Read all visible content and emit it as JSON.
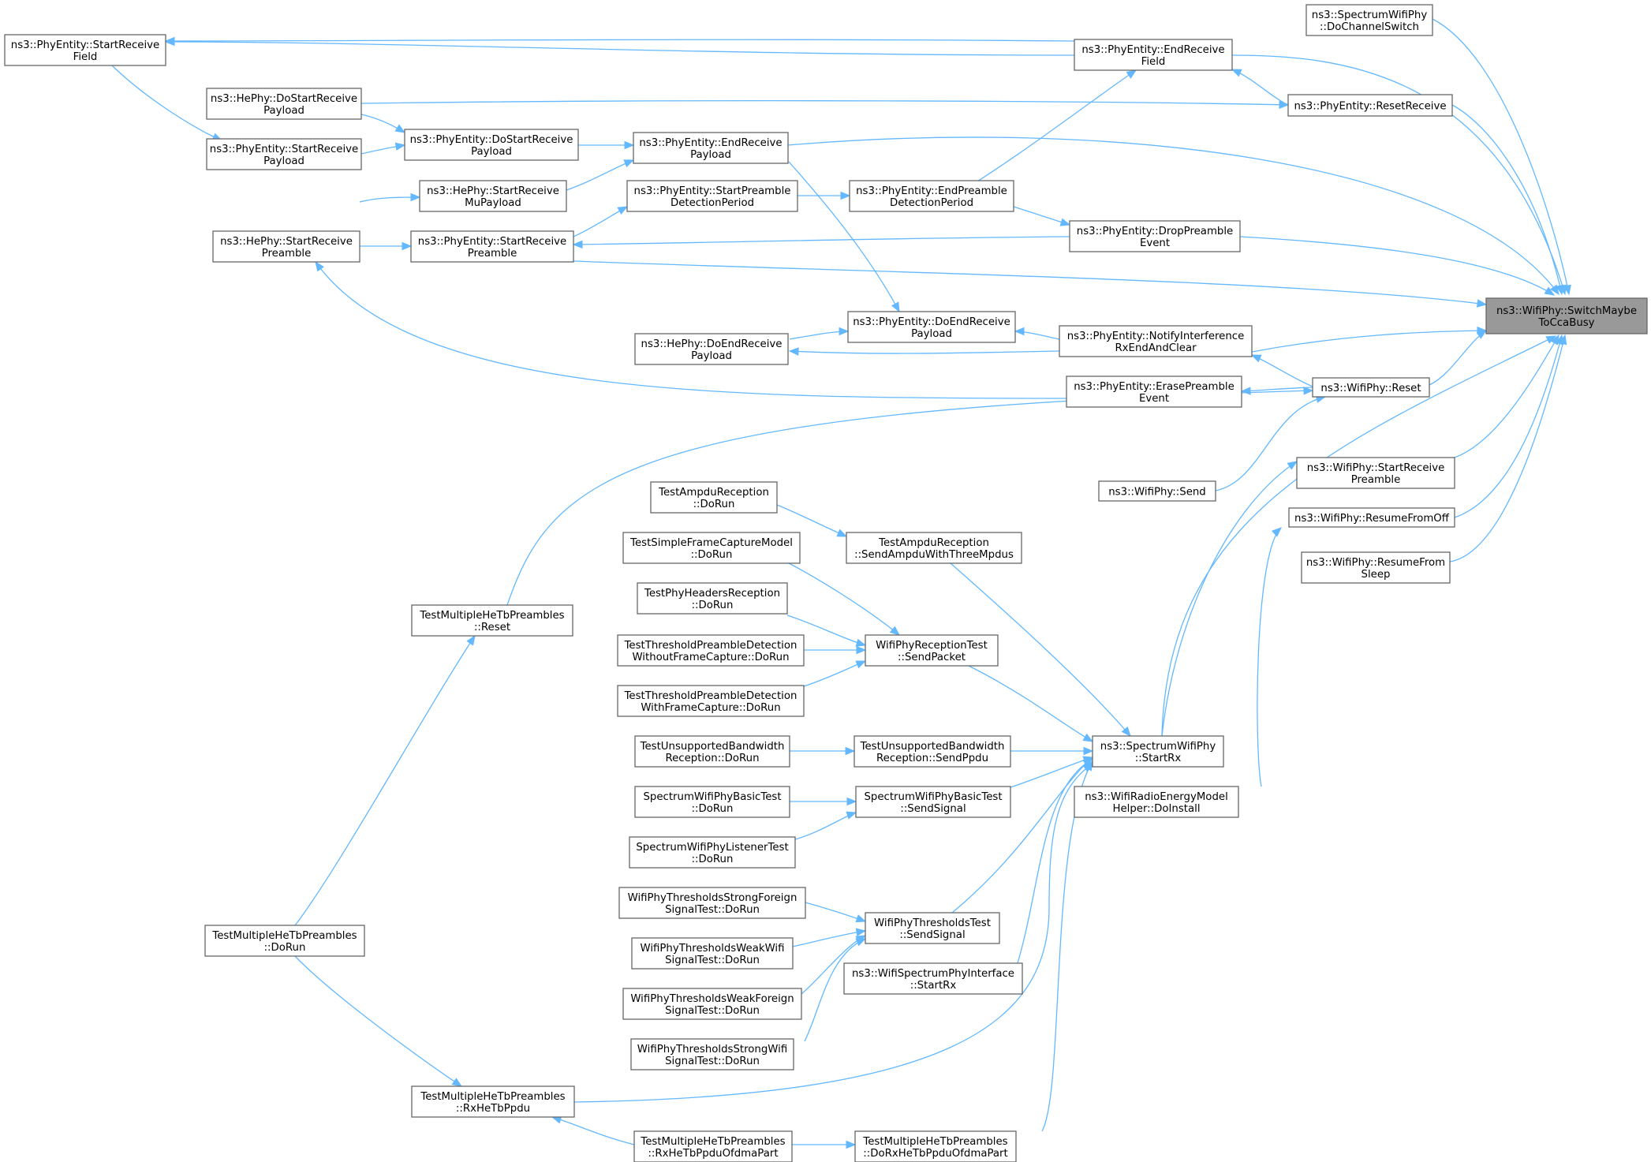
{
  "diagram": {
    "type": "call-graph",
    "root": "switch",
    "colors": {
      "edge": "#63b8ff",
      "node_border": "#666666",
      "root_fill": "#999999",
      "node_fill": "#ffffff"
    },
    "nodes": [
      {
        "id": "switch",
        "lines": [
          "ns3::WifiPhy::SwitchMaybe",
          "ToCcaBusy"
        ]
      },
      {
        "id": "dochsw",
        "lines": [
          "ns3::SpectrumWifiPhy",
          "::DoChannelSwitch"
        ]
      },
      {
        "id": "srf",
        "lines": [
          "ns3::PhyEntity::StartReceive",
          "Field"
        ]
      },
      {
        "id": "erf",
        "lines": [
          "ns3::PhyEntity::EndReceive",
          "Field"
        ]
      },
      {
        "id": "hedsrp",
        "lines": [
          "ns3::HePhy::DoStartReceive",
          "Payload"
        ]
      },
      {
        "id": "resetrcv",
        "lines": [
          "ns3::PhyEntity::ResetReceive"
        ]
      },
      {
        "id": "srp",
        "lines": [
          "ns3::PhyEntity::StartReceive",
          "Payload"
        ]
      },
      {
        "id": "dsrp",
        "lines": [
          "ns3::PhyEntity::DoStartReceive",
          "Payload"
        ]
      },
      {
        "id": "erp",
        "lines": [
          "ns3::PhyEntity::EndReceive",
          "Payload"
        ]
      },
      {
        "id": "hesrmu",
        "lines": [
          "ns3::HePhy::StartReceive",
          "MuPayload"
        ]
      },
      {
        "id": "spdp",
        "lines": [
          "ns3::PhyEntity::StartPreamble",
          "DetectionPeriod"
        ]
      },
      {
        "id": "epdp",
        "lines": [
          "ns3::PhyEntity::EndPreamble",
          "DetectionPeriod"
        ]
      },
      {
        "id": "hesrpre",
        "lines": [
          "ns3::HePhy::StartReceive",
          "Preamble"
        ]
      },
      {
        "id": "peSrpre",
        "lines": [
          "ns3::PhyEntity::StartReceive",
          "Preamble"
        ]
      },
      {
        "id": "dpe",
        "lines": [
          "ns3::PhyEntity::DropPreamble",
          "Event"
        ]
      },
      {
        "id": "derp",
        "lines": [
          "ns3::PhyEntity::DoEndReceive",
          "Payload"
        ]
      },
      {
        "id": "hederp",
        "lines": [
          "ns3::HePhy::DoEndReceive",
          "Payload"
        ]
      },
      {
        "id": "nirx",
        "lines": [
          "ns3::PhyEntity::NotifyInterference",
          "RxEndAndClear"
        ]
      },
      {
        "id": "epe",
        "lines": [
          "ns3::PhyEntity::ErasePreamble",
          "Event"
        ]
      },
      {
        "id": "wreset",
        "lines": [
          "ns3::WifiPhy::Reset"
        ]
      },
      {
        "id": "wsend",
        "lines": [
          "ns3::WifiPhy::Send"
        ]
      },
      {
        "id": "wsrpre",
        "lines": [
          "ns3::WifiPhy::StartReceive",
          "Preamble"
        ]
      },
      {
        "id": "wrfo",
        "lines": [
          "ns3::WifiPhy::ResumeFromOff"
        ]
      },
      {
        "id": "wrfs",
        "lines": [
          "ns3::WifiPhy::ResumeFrom",
          "Sleep"
        ]
      },
      {
        "id": "tadr",
        "lines": [
          "TestAmpduReception",
          "::DoRun"
        ]
      },
      {
        "id": "tasa",
        "lines": [
          "TestAmpduReception",
          "::SendAmpduWithThreeMpdus"
        ]
      },
      {
        "id": "tsfc",
        "lines": [
          "TestSimpleFrameCaptureModel",
          "::DoRun"
        ]
      },
      {
        "id": "tphr",
        "lines": [
          "TestPhyHeadersReception",
          "::DoRun"
        ]
      },
      {
        "id": "tmhr",
        "lines": [
          "TestMultipleHeTbPreambles",
          "::Reset"
        ]
      },
      {
        "id": "ttpwo",
        "lines": [
          "TestThresholdPreambleDetection",
          "WithoutFrameCapture::DoRun"
        ]
      },
      {
        "id": "wrtsp",
        "lines": [
          "WifiPhyReceptionTest",
          "::SendPacket"
        ]
      },
      {
        "id": "ttpw",
        "lines": [
          "TestThresholdPreambleDetection",
          "WithFrameCapture::DoRun"
        ]
      },
      {
        "id": "tubdr",
        "lines": [
          "TestUnsupportedBandwidth",
          "Reception::DoRun"
        ]
      },
      {
        "id": "tubsp",
        "lines": [
          "TestUnsupportedBandwidth",
          "Reception::SendPpdu"
        ]
      },
      {
        "id": "swsrx",
        "lines": [
          "ns3::SpectrumWifiPhy",
          "::StartRx"
        ]
      },
      {
        "id": "swbdr",
        "lines": [
          "SpectrumWifiPhyBasicTest",
          "::DoRun"
        ]
      },
      {
        "id": "swbss",
        "lines": [
          "SpectrumWifiPhyBasicTest",
          "::SendSignal"
        ]
      },
      {
        "id": "wreme",
        "lines": [
          "ns3::WifiRadioEnergyModel",
          "Helper::DoInstall"
        ]
      },
      {
        "id": "swldr",
        "lines": [
          "SpectrumWifiPhyListenerTest",
          "::DoRun"
        ]
      },
      {
        "id": "wtsf",
        "lines": [
          "WifiPhyThresholdsStrongForeign",
          "SignalTest::DoRun"
        ]
      },
      {
        "id": "wtss",
        "lines": [
          "WifiPhyThresholdsTest",
          "::SendSignal"
        ]
      },
      {
        "id": "tmhdr",
        "lines": [
          "TestMultipleHeTbPreambles",
          "::DoRun"
        ]
      },
      {
        "id": "wtww",
        "lines": [
          "WifiPhyThresholdsWeakWifi",
          "SignalTest::DoRun"
        ]
      },
      {
        "id": "wspisr",
        "lines": [
          "ns3::WifiSpectrumPhyInterface",
          "::StartRx"
        ]
      },
      {
        "id": "wtwf",
        "lines": [
          "WifiPhyThresholdsWeakForeign",
          "SignalTest::DoRun"
        ]
      },
      {
        "id": "wtsw",
        "lines": [
          "WifiPhyThresholdsStrongWifi",
          "SignalTest::DoRun"
        ]
      },
      {
        "id": "tmhrx",
        "lines": [
          "TestMultipleHeTbPreambles",
          "::RxHeTbPpdu"
        ]
      },
      {
        "id": "tmhrxo",
        "lines": [
          "TestMultipleHeTbPreambles",
          "::RxHeTbPpduOfdmaPart"
        ]
      },
      {
        "id": "tmhdrxo",
        "lines": [
          "TestMultipleHeTbPreambles",
          "::DoRxHeTbPpduOfdmaPart"
        ]
      }
    ]
  }
}
